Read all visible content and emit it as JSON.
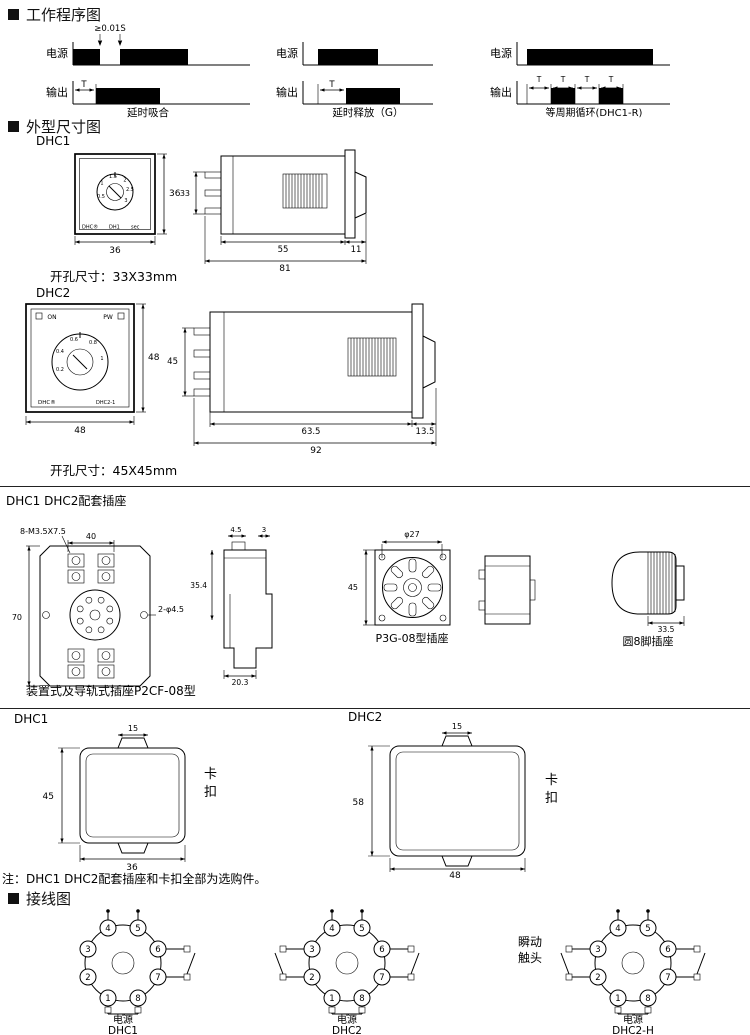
{
  "headers": {
    "timing": "工作程序图",
    "outline": "外型尺寸图",
    "wiring": "接线图"
  },
  "timing": {
    "power_label": "电源",
    "output_label": "输出",
    "t_label": "T",
    "d1": {
      "gap_note": "≥0.01S",
      "caption": "延时吸合"
    },
    "d2": {
      "caption": "延时释放（G）"
    },
    "d3": {
      "caption": "等周期循环(DHC1-R)"
    }
  },
  "outline": {
    "dhc1": {
      "label": "DHC1",
      "front": {
        "brand": "DHC®",
        "model": "DH1",
        "unit": "sec",
        "scale": [
          "0.5",
          "1",
          "1.5",
          "2",
          "2.5",
          "3"
        ],
        "dim_width": "36",
        "dim_height": "36"
      },
      "side": {
        "dim_height": "33",
        "dim_body": "55",
        "dim_clip": "11",
        "dim_total": "81"
      },
      "hole_note": "开孔尺寸：33X33mm"
    },
    "dhc2": {
      "label": "DHC2",
      "front": {
        "led_on": "ON",
        "led_pw": "PW",
        "brand": "DHC®",
        "model": "DHC2-1",
        "scale": [
          "0.2",
          "0.4",
          "0.6",
          "0.8",
          "1"
        ],
        "dim_width": "48",
        "dim_height": "48"
      },
      "side": {
        "dim_height": "45",
        "dim_body": "63.5",
        "dim_clip": "13.5",
        "dim_total": "92"
      },
      "hole_note": "开孔尺寸：45X45mm"
    }
  },
  "sockets": {
    "title": "DHC1 DHC2配套插座",
    "mount": {
      "screw_note": "8-M3.5X7.5",
      "dim_width": "40",
      "dim_height": "70",
      "hole_note": "2-φ4.5",
      "caption": "装置式及导轨式插座P2CF-08型"
    },
    "profile": {
      "dim_a": "4.5",
      "dim_b": "3",
      "dim_height": "35.4",
      "dim_width": "20.3"
    },
    "p3g": {
      "dim_dia": "φ27",
      "dim_height": "45",
      "caption": "P3G-08型插座"
    },
    "round8": {
      "dim_width": "33.5",
      "caption": "圆8脚插座"
    }
  },
  "clips": {
    "clip_label": "卡扣",
    "dhc1": {
      "label": "DHC1",
      "dim_tab": "15",
      "dim_height": "45",
      "dim_width": "36"
    },
    "dhc2": {
      "label": "DHC2",
      "dim_tab": "15",
      "dim_height": "58",
      "dim_width": "48"
    }
  },
  "note": "注：DHC1 DHC2配套插座和卡扣全部为选购件。",
  "wiring": {
    "power_label": "电源",
    "pins": [
      "1",
      "2",
      "3",
      "4",
      "5",
      "6",
      "7",
      "8"
    ],
    "d1": {
      "name": "DHC1"
    },
    "d2": {
      "name": "DHC2"
    },
    "d3": {
      "name": "DHC2-H",
      "inst_label": "瞬动触头"
    }
  }
}
